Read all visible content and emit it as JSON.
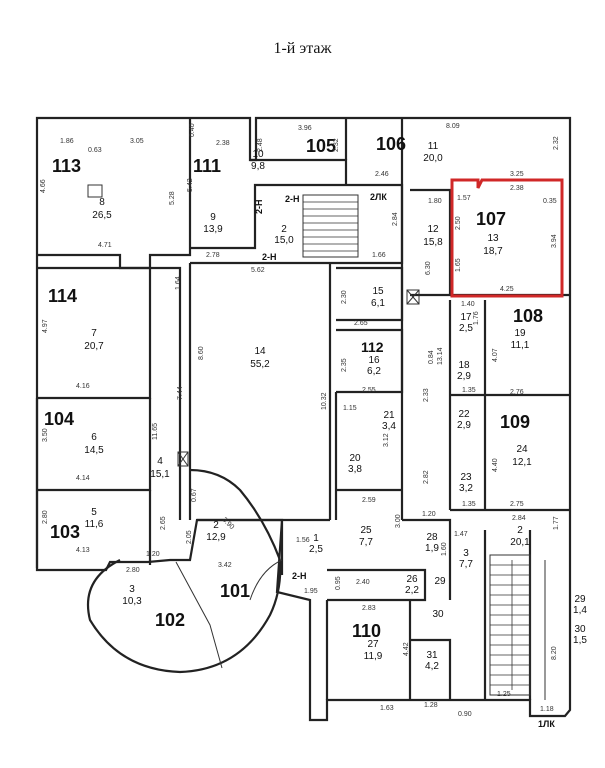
{
  "title": "1-й этаж",
  "highlight_color": "#d02828",
  "rooms": [
    {
      "no": "113",
      "id": "8",
      "area": "26,5"
    },
    {
      "no": "111",
      "id": "9",
      "area": "13,9"
    },
    {
      "no": "105",
      "id": "10",
      "area": "9,8"
    },
    {
      "no": "106",
      "id": "11",
      "area": "20,0"
    },
    {
      "no": "107",
      "id": "13",
      "area": "18,7"
    },
    {
      "no": "114",
      "id": "7",
      "area": "20,7"
    },
    {
      "no": "104",
      "id": "6",
      "area": "14,5"
    },
    {
      "no": "103",
      "id": "5",
      "area": "11,6"
    },
    {
      "no": "108",
      "id": "19",
      "area": "11,1"
    },
    {
      "no": "109",
      "id": "24",
      "area": "12,1"
    },
    {
      "no": "112",
      "id": "16",
      "area": "6,2"
    },
    {
      "no": "101",
      "id": "2",
      "area": "12,9"
    },
    {
      "no": "102",
      "id": "3",
      "area": "10,3"
    },
    {
      "no": "110",
      "id": "27",
      "area": "11,9"
    }
  ],
  "areas": [
    {
      "id": "14",
      "area": "55,2"
    },
    {
      "id": "4",
      "area": "15,1"
    },
    {
      "id": "2",
      "area": "15,0"
    },
    {
      "id": "12",
      "area": "15,8"
    },
    {
      "id": "15",
      "area": "6,1"
    },
    {
      "id": "17",
      "area": "2,5"
    },
    {
      "id": "18",
      "area": "2,9"
    },
    {
      "id": "21",
      "area": "3,4"
    },
    {
      "id": "20",
      "area": "3,8"
    },
    {
      "id": "22",
      "area": "2,9"
    },
    {
      "id": "23",
      "area": "3,2"
    },
    {
      "id": "25",
      "area": "7,7"
    },
    {
      "id": "1",
      "area": "2,5"
    },
    {
      "id": "28",
      "area": "1,9"
    },
    {
      "id": "3",
      "area": "7,7"
    },
    {
      "id": "2",
      "area": "20,1"
    },
    {
      "id": "26",
      "area": "2,2"
    },
    {
      "id": "29",
      "area": "1,4"
    },
    {
      "id": "30",
      "area": "1,5"
    },
    {
      "id": "31",
      "area": "4,2"
    }
  ],
  "small_labels": {
    "stair_a": "2ЛК",
    "stair_b": "1ЛК",
    "n1": "2-Н",
    "n2": "2-Н",
    "n3": "2-Н",
    "n4": "2-Н",
    "side29": "29",
    "side30": "30",
    "side29_val": "1,4",
    "side30_val": "1,5"
  },
  "dims": {
    "d1": "1.86",
    "d2": "0.63",
    "d3": "3.05",
    "d4": "4.66",
    "d5": "5.28",
    "d6": "4.71",
    "d7": "2.38",
    "d8": "0.40",
    "d9": "5.42",
    "d10": "2.78",
    "d11": "3.96",
    "d12": "2.48",
    "d13": "2.32",
    "d14": "8.09",
    "d15": "2.32",
    "d16": "3.25",
    "d17": "2.46",
    "d18": "1.57",
    "d19": "2.38",
    "d20": "0.35",
    "d21": "3.94",
    "d22": "4.25",
    "d23": "2.50",
    "d24": "1.65",
    "d25": "1.80",
    "d26": "6.30",
    "d27": "2.84",
    "d28": "1.66",
    "d29": "5.62",
    "d30": "4.97",
    "d31": "4.16",
    "d32": "3.50",
    "d33": "4.14",
    "d34": "2.80",
    "d35": "4.13",
    "d36": "11.65",
    "d37": "7.44",
    "d38": "8.60",
    "d39": "10.32",
    "d40": "2.30",
    "d41": "2.65",
    "d42": "1.40",
    "d43": "4.07",
    "d44": "2.76",
    "d45": "4.40",
    "d46": "2.75",
    "d47": "13.14",
    "d48": "2.35",
    "d49": "2.55",
    "d50": "2.33",
    "d51": "0.84",
    "d52": "1.15",
    "d53": "3.12",
    "d54": "2.82",
    "d55": "1.20",
    "d56": "2.59",
    "d57": "3.00",
    "d58": "2.84",
    "d59": "1.77",
    "d60": "8.20",
    "d61": "1.25",
    "d62": "1.18",
    "d63": "2.83",
    "d64": "4.42",
    "d65": "1.63",
    "d66": "0.90",
    "d67": "1.28",
    "d68": "3.90",
    "d69": "0.67",
    "d70": "3.42",
    "d71": "2.05",
    "d72": "2.65",
    "d73": "1.20",
    "d74": "2.80",
    "d75": "1.95",
    "d76": "2.40",
    "d77": "1.56",
    "d78": "1.47",
    "d79": "1.60",
    "d80": "0.95",
    "d81": "1.35",
    "d82": "1.35",
    "d83": "1.76",
    "d84": "1.64"
  }
}
